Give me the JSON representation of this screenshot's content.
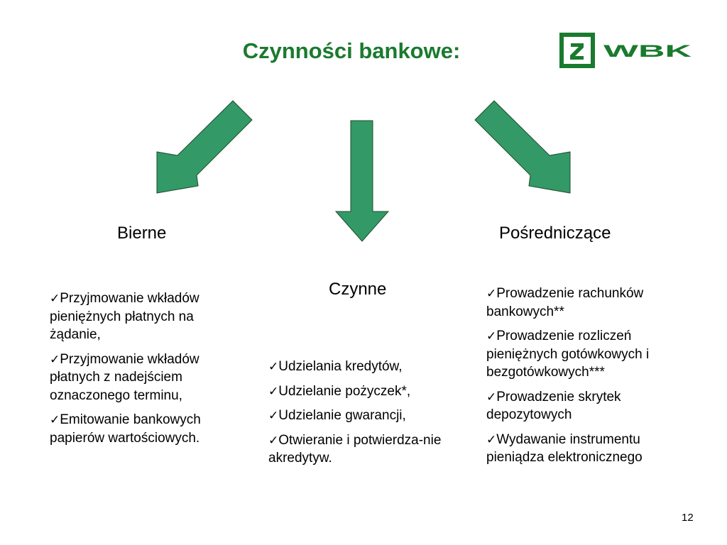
{
  "slide": {
    "title": "Czynności bankowe:",
    "page_number": "12"
  },
  "logo": {
    "text": "WBK",
    "brand_color": "#1a7a2e"
  },
  "arrow_color": "#339966",
  "arrow_stroke": "#1d4d2c",
  "columns": {
    "passive": {
      "heading": "Bierne",
      "items": [
        "Przyjmowanie wkładów pieniężnych płatnych na żądanie,",
        "Przyjmowanie wkładów płatnych z nadejściem oznaczonego terminu,",
        "Emitowanie bankowych papierów wartościowych."
      ]
    },
    "active": {
      "heading": "Czynne",
      "items": [
        "Udzielania kredytów,",
        "Udzielanie pożyczek*,",
        "Udzielanie gwarancji,",
        "Otwieranie i potwierdza-nie akredytyw."
      ]
    },
    "intermediary": {
      "heading": "Pośredniczące",
      "items": [
        "Prowadzenie rachunków bankowych**",
        "Prowadzenie rozliczeń pieniężnych gotówkowych i bezgotówkowych***",
        "Prowadzenie skrytek depozytowych",
        "Wydawanie instrumentu pieniądza elektronicznego"
      ]
    }
  },
  "icons": {
    "check": "check-icon",
    "arrow": "down-arrow-icon"
  }
}
